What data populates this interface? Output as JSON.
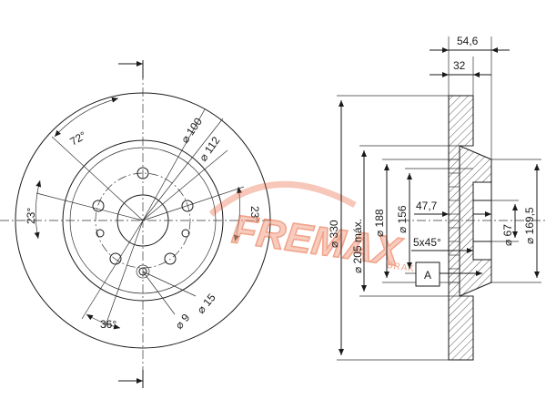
{
  "dimensions": {
    "overall_width": "54,6",
    "hat_width": "32",
    "diameter_outer": "⌀ 330",
    "diameter_friction": "⌀ 205 máx.",
    "diameter_188": "⌀ 188",
    "diameter_156": "⌀ 156",
    "depth": "47,7",
    "chamfer": "5x45°",
    "diameter_67": "⌀ 67",
    "diameter_169": "⌀ 169,5",
    "section_label": "A",
    "pcd_100": "⌀ 100",
    "pcd_112": "⌀ 112",
    "hole_15": "⌀ 15",
    "hole_9": "⌀ 9",
    "angle_72": "72°",
    "angle_23_left": "23°",
    "angle_23_right": "23°",
    "angle_36": "36°"
  },
  "logo": {
    "brand": "FREMAX",
    "tagline": "BRAKES",
    "color": "#e8572a"
  },
  "colors": {
    "line": "#1a1a1a",
    "hatch": "#555555"
  }
}
